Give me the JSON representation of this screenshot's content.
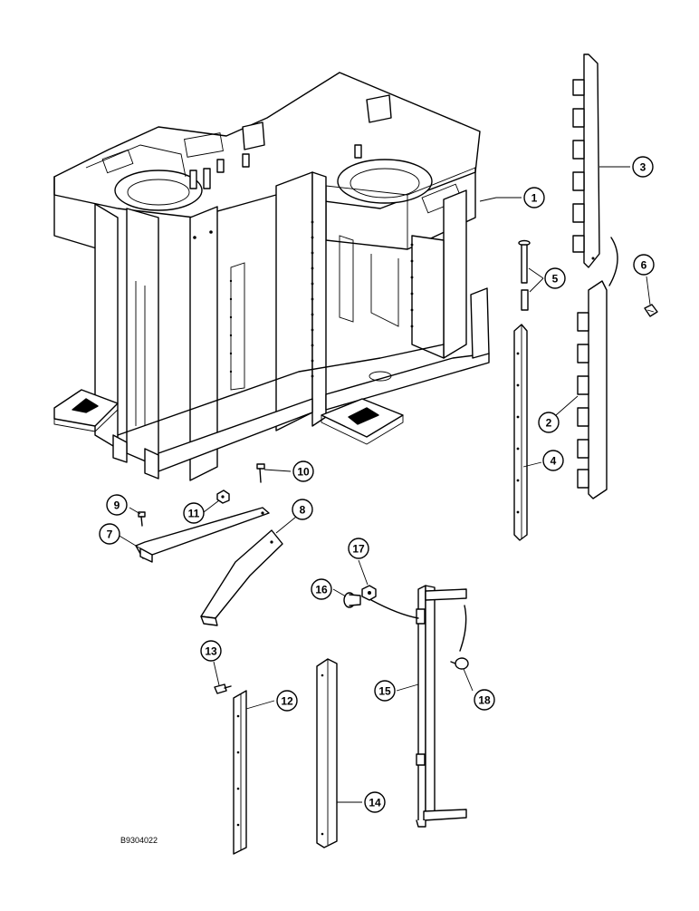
{
  "drawing_id": "B9304022",
  "callouts": [
    {
      "label": "1"
    },
    {
      "label": "2"
    },
    {
      "label": "3"
    },
    {
      "label": "4"
    },
    {
      "label": "5"
    },
    {
      "label": "6"
    },
    {
      "label": "7"
    },
    {
      "label": "8"
    },
    {
      "label": "9"
    },
    {
      "label": "10"
    },
    {
      "label": "11"
    },
    {
      "label": "12"
    },
    {
      "label": "13"
    },
    {
      "label": "14"
    },
    {
      "label": "15"
    },
    {
      "label": "16"
    },
    {
      "label": "17"
    },
    {
      "label": "18"
    }
  ]
}
